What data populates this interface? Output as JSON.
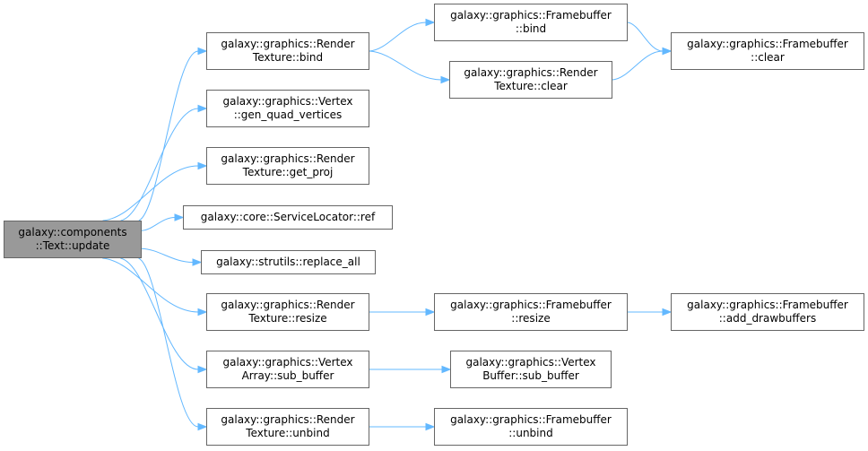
{
  "nodes": {
    "text_update": [
      "galaxy::components",
      "::Text::update"
    ],
    "rt_bind": [
      "galaxy::graphics::Render",
      "Texture::bind"
    ],
    "vertex_gen_quad": [
      "galaxy::graphics::Vertex",
      "::gen_quad_vertices"
    ],
    "rt_get_proj": [
      "galaxy::graphics::Render",
      "Texture::get_proj"
    ],
    "service_locator_ref": [
      "galaxy::core::ServiceLocator::ref"
    ],
    "strutils_replace_all": [
      "galaxy::strutils::replace_all"
    ],
    "rt_resize": [
      "galaxy::graphics::Render",
      "Texture::resize"
    ],
    "va_sub_buffer": [
      "galaxy::graphics::Vertex",
      "Array::sub_buffer"
    ],
    "rt_unbind": [
      "galaxy::graphics::Render",
      "Texture::unbind"
    ],
    "fb_bind": [
      "galaxy::graphics::Framebuffer",
      "::bind"
    ],
    "rt_clear": [
      "galaxy::graphics::Render",
      "Texture::clear"
    ],
    "fb_resize": [
      "galaxy::graphics::Framebuffer",
      "::resize"
    ],
    "vb_sub_buffer": [
      "galaxy::graphics::Vertex",
      "Buffer::sub_buffer"
    ],
    "fb_unbind": [
      "galaxy::graphics::Framebuffer",
      "::unbind"
    ],
    "fb_clear": [
      "galaxy::graphics::Framebuffer",
      "::clear"
    ],
    "fb_add_drawbuffers": [
      "galaxy::graphics::Framebuffer",
      "::add_drawbuffers"
    ]
  },
  "edges": [
    [
      "text_update",
      "rt_bind"
    ],
    [
      "text_update",
      "vertex_gen_quad"
    ],
    [
      "text_update",
      "rt_get_proj"
    ],
    [
      "text_update",
      "service_locator_ref"
    ],
    [
      "text_update",
      "strutils_replace_all"
    ],
    [
      "text_update",
      "rt_resize"
    ],
    [
      "text_update",
      "va_sub_buffer"
    ],
    [
      "text_update",
      "rt_unbind"
    ],
    [
      "rt_bind",
      "fb_bind"
    ],
    [
      "rt_bind",
      "rt_clear"
    ],
    [
      "fb_bind",
      "fb_clear"
    ],
    [
      "rt_clear",
      "fb_clear"
    ],
    [
      "rt_resize",
      "fb_resize"
    ],
    [
      "fb_resize",
      "fb_add_drawbuffers"
    ],
    [
      "va_sub_buffer",
      "vb_sub_buffer"
    ],
    [
      "rt_unbind",
      "fb_unbind"
    ]
  ],
  "colors": {
    "edge": "#63b8ff",
    "node_border": "#666666",
    "root_fill": "#999999"
  }
}
